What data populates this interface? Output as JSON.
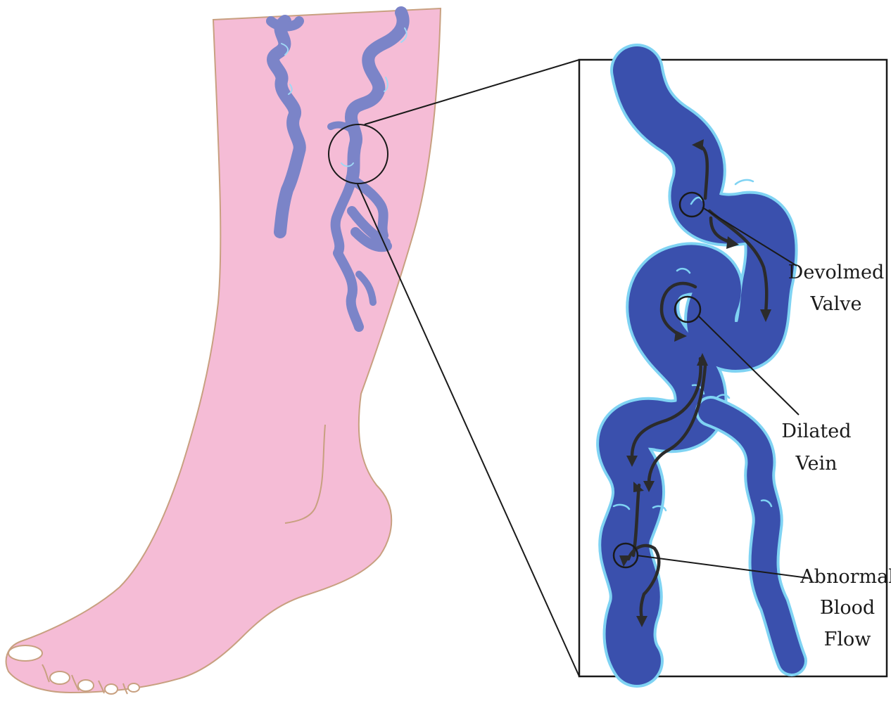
{
  "labels": {
    "valve": [
      "Devolmed",
      "Valve"
    ],
    "vein": [
      "Dilated",
      "Vein"
    ],
    "flow": [
      "Abnormal",
      "Blood",
      "Flow"
    ]
  },
  "colors": {
    "skin": "#f5bcd6",
    "skin_outline": "#c8a080",
    "leg_vein": "#7b84c8",
    "leg_vein_highlight": "#9fd8f5",
    "vein_fill": "#3a50ad",
    "vein_outline": "#7fd3f3",
    "arrow": "#2b2b2b",
    "frame": "#1a1a1a"
  }
}
